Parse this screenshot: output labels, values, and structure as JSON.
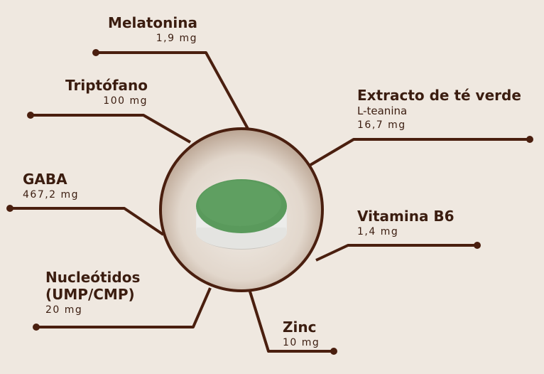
{
  "colors": {
    "background": "#efe8e0",
    "line": "#4a1f0f",
    "text": "#3b1d10",
    "tablet_top": "#5a9a5c",
    "tablet_side": "#e9e9e6"
  },
  "ingredients": [
    {
      "name": "Melatonina",
      "dose": "1,9 mg"
    },
    {
      "name": "Triptófano",
      "dose": "100 mg"
    },
    {
      "name": "GABA",
      "dose": "467,2 mg"
    },
    {
      "name": "Nucleótidos",
      "name2": "(UMP/CMP)",
      "dose": "20 mg"
    },
    {
      "name": "Zinc",
      "dose": "10 mg"
    },
    {
      "name": "Vitamina B6",
      "dose": "1,4 mg"
    },
    {
      "name": "Extracto de té verde",
      "sub": "L-teanina",
      "dose": "16,7 mg"
    }
  ]
}
